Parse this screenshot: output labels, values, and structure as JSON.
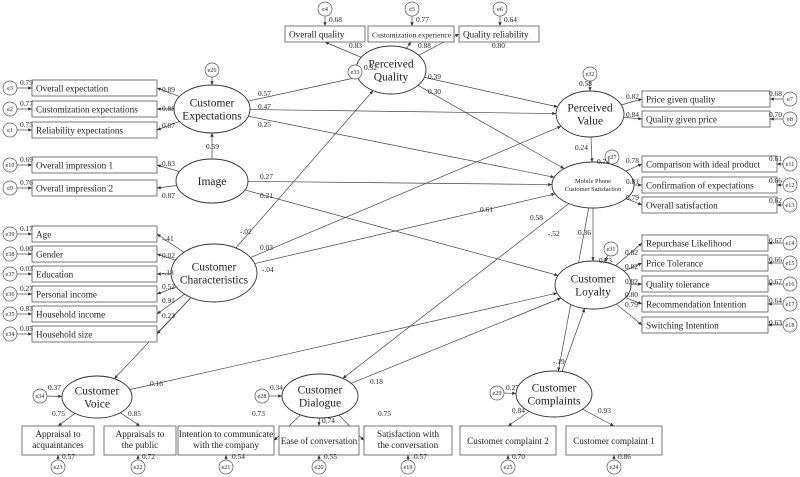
{
  "latents": {
    "perceived_quality": [
      "Perceived",
      "Quality"
    ],
    "customer_expectations": [
      "Customer",
      "Expectations"
    ],
    "image": [
      "Image"
    ],
    "customer_characteristics": [
      "Customer",
      "Characteristics"
    ],
    "perceived_value": [
      "Perceived",
      "Value"
    ],
    "satisfaction": [
      "Mobile Phone",
      "Customer Satisfaction"
    ],
    "customer_loyalty": [
      "Customer",
      "Loyalty"
    ],
    "customer_voice": [
      "Customer",
      "Voice"
    ],
    "customer_dialogue": [
      "Customer",
      "Dialogue"
    ],
    "customer_complaints": [
      "Customer",
      "Complaints"
    ]
  },
  "indicators": {
    "overall_quality": [
      "Overall quality"
    ],
    "customization_experience": [
      "Customization experience"
    ],
    "quality_reliability": [
      "Quality reliability"
    ],
    "overall_expectation": [
      "Overall expectation"
    ],
    "customization_expectations": [
      "Customization expectations"
    ],
    "reliability_expectations": [
      "Reliability expectations"
    ],
    "overall_impression_1": [
      "Overall impression 1"
    ],
    "overall_impression_2": [
      "Overall impression 2"
    ],
    "age": [
      "Age"
    ],
    "gender": [
      "Gender"
    ],
    "education": [
      "Education"
    ],
    "personal_income": [
      "Personal income"
    ],
    "household_income": [
      "Household income"
    ],
    "household_size": [
      "Household size"
    ],
    "price_given_quality": [
      "Price given quality"
    ],
    "quality_given_price": [
      "Quality given price"
    ],
    "comparison_ideal": [
      "Comparison with ideal product"
    ],
    "confirmation_expectations": [
      "Confirmation of expectations"
    ],
    "overall_satisfaction": [
      "Overall satisfaction"
    ],
    "repurchase": [
      "Repurchase Likelihood"
    ],
    "price_tolerance": [
      "Price Tolerance"
    ],
    "quality_tolerance": [
      "Quality tolerance"
    ],
    "recommendation": [
      "Recommendation Intention"
    ],
    "switching": [
      "Switching Intention"
    ],
    "appraisal_acquaintances": [
      "Appraisal to",
      "acquaintances"
    ],
    "appraisal_public": [
      "Appraisals to",
      "the public"
    ],
    "intention_communicate": [
      "Intention to communicate",
      "with the company"
    ],
    "ease_conversation": [
      "Ease of conversation"
    ],
    "satisfaction_conversation": [
      "Satisfaction with",
      "the conversation"
    ],
    "complaint_2": [
      "Customer complaint 2"
    ],
    "complaint_1": [
      "Customer complaint 1"
    ]
  },
  "errors": {
    "e4": "e4",
    "e5": "e5",
    "e6": "e6",
    "e26": "e26",
    "e33": "e33",
    "e32": "e32",
    "e3": "e3",
    "e2": "e2",
    "e1": "e1",
    "e10": "e10",
    "e9": "e9",
    "e39": "e39",
    "e38": "e38",
    "e37": "e37",
    "e36": "e36",
    "e35": "e35",
    "e34a": "e34",
    "e7": "e7",
    "e8": "e8",
    "e27": "e27",
    "e11": "e11",
    "e12": "e12",
    "e13": "e13",
    "e31": "e31",
    "e14": "e14",
    "e15": "e15",
    "e16": "e16",
    "e17": "e17",
    "e18": "e18",
    "e34b": "e34",
    "e28": "e28",
    "e29": "e29",
    "e23": "e23",
    "e22": "e22",
    "e21": "e21",
    "e20": "e20",
    "e19": "e19",
    "e25": "e25",
    "e24": "e24"
  },
  "coefficients": {
    "pq_oq": "0.83",
    "pq_ce": "0.88",
    "pq_qr": "0.80",
    "oq_r2": "0.68",
    "ce_r2": "0.77",
    "qr_r2": "0.64",
    "e33_pq": "0.32",
    "ce_oe": "0.89",
    "ce_cust": "0.88",
    "ce_rel": "0.87",
    "oe_r2": "0.79",
    "cust_r2": "0.77",
    "rel_r2": "0.75",
    "ce_pq": "0.57",
    "ce_pv": "0.47",
    "ce_cs": "0.25",
    "img_ce": "0.59",
    "img_oi1": "0.83",
    "img_oi2": "0.87",
    "oi1_r2": "0.69",
    "oi2_r2": "0.76",
    "img_cs": "0.27",
    "img_cl": "0.21",
    "age_r2": "0.17",
    "gender_r2": "0.00",
    "edu_r2": "0.03",
    "pi_r2": "0.27",
    "hi_r2": "0.83",
    "hs_r2": "0.05",
    "cc_age": "-.41",
    "cc_gender": "0.02",
    "cc_edu": "-.18",
    "cc_pi": "0.52",
    "cc_hi": "0.91",
    "cc_hs": "0.23",
    "cc_pq": "-.02",
    "cc_pv": "0.03",
    "cc_cs": "-.04",
    "pq_pv": "0.39",
    "pq_cs": "0.30",
    "pv_r2": "0.58",
    "pv_pgq": "0.82",
    "pv_qgp": "0.84",
    "pgq_r2": "0.68",
    "qgp_r2": "0.70",
    "pv_cs": "0.24",
    "cs_r2": "0.74",
    "cs_ci": "0.78",
    "cs_coe": "0.81",
    "cs_os": "0.79",
    "ci_r2": "0.61",
    "coe_r2": "0.66",
    "os_r2": "0.62",
    "cs_cl": "0.36",
    "cs_cd": "0.61",
    "cs_cc": "0.58",
    "cs_cc2": "-.52",
    "cl_rep": "0.82",
    "cl_pt": "0.82",
    "cl_qt": "0.82",
    "cl_rec": "0.80",
    "cl_sw": "0.79",
    "cl_r2": "0.73",
    "rep_r2": "0.67",
    "pt_r2": "0.66",
    "qt_r2": "0.67",
    "rec_r2": "0.64",
    "sw_r2": "0.63",
    "cv_cl": "0.16",
    "cv_r2": "0.37",
    "cv_acq": "0.75",
    "cv_pub": "0.85",
    "acq_r2": "0.57",
    "pub_r2": "0.72",
    "cd_r2": "0.34",
    "cd_cl": "0.18",
    "cd_int": "0.73",
    "cd_ease": "0.74",
    "cd_sat": "0.75",
    "int_r2": "0.54",
    "ease_r2": "0.55",
    "sat_r2": "0.57",
    "cco_r2": "0.27",
    "cco_cl": "-.19",
    "cco_c2": "0.84",
    "cco_c1": "0.93",
    "c2_r2": "0.70",
    "c1_r2": "0.86"
  }
}
